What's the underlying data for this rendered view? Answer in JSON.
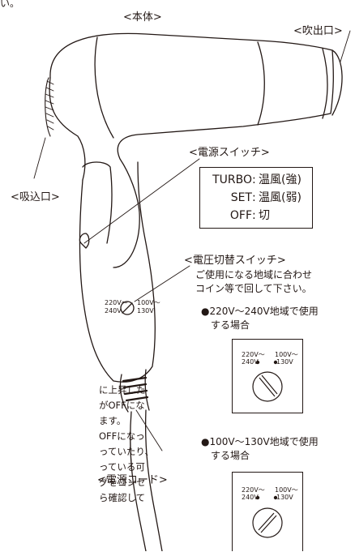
{
  "labels": {
    "body": "<本体>",
    "outlet": "<吹出口>",
    "inlet": "<吸込口>",
    "power_switch": "<電源スイッチ>",
    "voltage_switch": "<電圧切替スイッチ>",
    "cord": "<電源コード>"
  },
  "top_fragment": "い。",
  "switch_modes": [
    {
      "key": "TURBO",
      "value": "温風(強)"
    },
    {
      "key": "SET",
      "value": "温風(弱)"
    },
    {
      "key": "OFF",
      "value": "切"
    }
  ],
  "voltage_note": [
    "ご使用になる地域に合わせ",
    "コイン等で回して下さい。"
  ],
  "case_220": [
    "●220V〜240V地域で使用",
    "する場合"
  ],
  "case_100": [
    "●100V〜130V地域で使用",
    "する場合"
  ],
  "dial": {
    "high_top": "220V〜",
    "high_bottom": "240V",
    "low_top": "100V〜",
    "low_bottom": "130V"
  },
  "body_dial": {
    "left_top": "220V〜",
    "left_bottom": "240V",
    "right_top": "100V〜",
    "right_bottom": "130V"
  },
  "left_text": [
    "に上昇した",
    "がOFFにな",
    "ます。",
    "OFFになっ",
    "っていたり、",
    "っている可",
    "グをコンセ",
    "ら確認して"
  ]
}
